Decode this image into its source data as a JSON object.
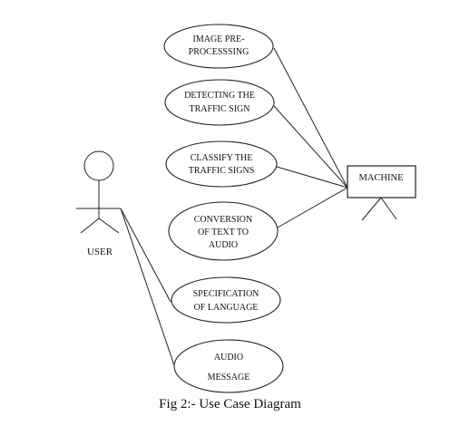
{
  "diagram": {
    "actors": {
      "user": "USER",
      "machine": "MACHINE"
    },
    "use_cases": [
      {
        "line1": "IMAGE PRE-",
        "line2": "PROCESSSING"
      },
      {
        "line1": "DETECTING THE",
        "line2": "TRAFFIC SIGN"
      },
      {
        "line1": "CLASSIFY THE",
        "line2": "TRAFFIC SIGNS"
      },
      {
        "line1": "CONVERSION",
        "line2": "OF TEXT TO",
        "line3": "AUDIO"
      },
      {
        "line1": "SPECIFICATION",
        "line2": "OF LANGUAGE"
      },
      {
        "line1": "AUDIO",
        "line2": "MESSAGE"
      }
    ],
    "caption": "Fig 2:- Use Case Diagram"
  }
}
